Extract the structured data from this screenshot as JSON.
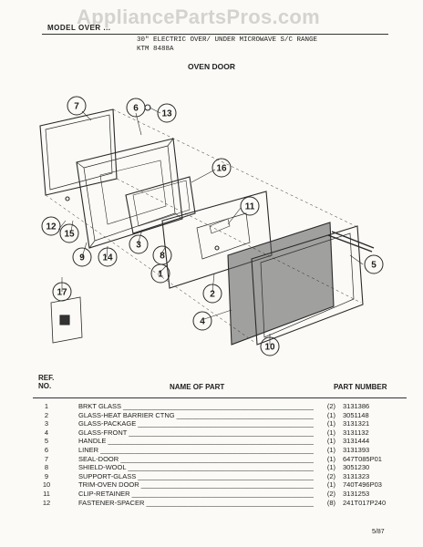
{
  "watermark": "AppliancePartsPros.com",
  "header": {
    "model_label": "MODEL OVER ... ",
    "title": "30\" ELECTRIC OVER/ UNDER MICROWAVE S/C RANGE",
    "model_number": "KTM 8488A"
  },
  "section": {
    "title": "OVEN DOOR"
  },
  "diagram": {
    "callouts": [
      "1",
      "2",
      "3",
      "4",
      "5",
      "6",
      "7",
      "8",
      "9",
      "10",
      "11",
      "12",
      "13",
      "14",
      "15",
      "16",
      "17"
    ]
  },
  "parts_table": {
    "headers": {
      "ref_line1": "REF.",
      "ref_line2": "NO.",
      "name": "NAME OF PART",
      "part_number": "PART NUMBER"
    },
    "rows": [
      {
        "ref": "1",
        "name": "BRKT GLASS",
        "qty": "(2)",
        "part_number": "3131386"
      },
      {
        "ref": "2",
        "name": "GLASS-HEAT BARRIER CTNG",
        "qty": "(1)",
        "part_number": "3051148"
      },
      {
        "ref": "3",
        "name": "GLASS-PACKAGE",
        "qty": "(1)",
        "part_number": "3131321"
      },
      {
        "ref": "4",
        "name": "GLASS-FRONT",
        "qty": "(1)",
        "part_number": "3131132"
      },
      {
        "ref": "5",
        "name": "HANDLE",
        "qty": "(1)",
        "part_number": "3131444"
      },
      {
        "ref": "6",
        "name": "LINER",
        "qty": "(1)",
        "part_number": "3131393"
      },
      {
        "ref": "7",
        "name": "SEAL-DOOR",
        "qty": "(1)",
        "part_number": "647T085P01"
      },
      {
        "ref": "8",
        "name": "SHIELD-WOOL",
        "qty": "(1)",
        "part_number": "3051230"
      },
      {
        "ref": "9",
        "name": "SUPPORT-GLASS",
        "qty": "(2)",
        "part_number": "3131323"
      },
      {
        "ref": "10",
        "name": "TRIM-OVEN DOOR",
        "qty": "(1)",
        "part_number": "740T496P03"
      },
      {
        "ref": "11",
        "name": "CLIP-RETAINER",
        "qty": "(2)",
        "part_number": "3131253"
      },
      {
        "ref": "12",
        "name": "FASTENER-SPACER",
        "qty": "(8)",
        "part_number": "241T017P240"
      }
    ]
  },
  "footer": {
    "date": "5/87"
  }
}
